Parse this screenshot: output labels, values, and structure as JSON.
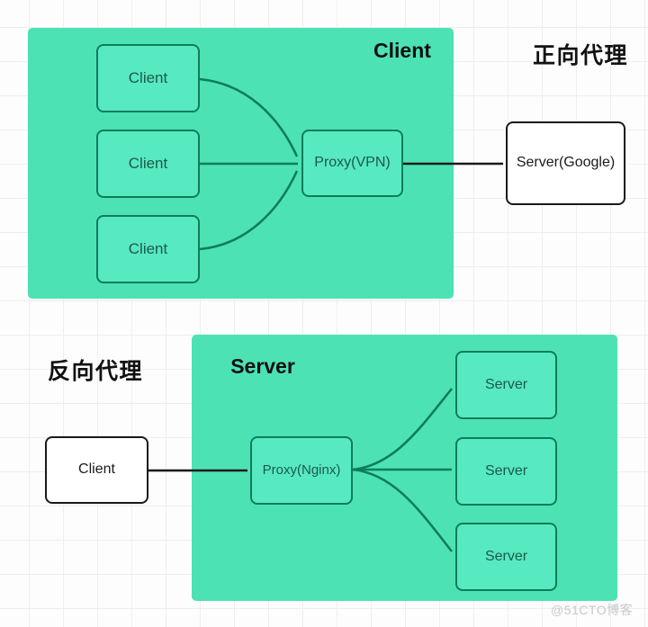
{
  "colors": {
    "panel_green": "#4de2b4",
    "box_green": "#57e9bf",
    "border_green": "#0d7d5c",
    "line_green": "#0d7d5c",
    "teal_text": "#1c5a49",
    "ink": "#1a1a1a",
    "watermark": "#c6c6c6"
  },
  "forward": {
    "section_label": "Client",
    "title": "正向代理",
    "clients": [
      {
        "label": "Client"
      },
      {
        "label": "Client"
      },
      {
        "label": "Client"
      }
    ],
    "proxy_label": "Proxy(VPN)",
    "server_label": "Server(Google)"
  },
  "reverse": {
    "section_label": "Server",
    "title": "反向代理",
    "client_label": "Client",
    "proxy_label": "Proxy(Nginx)",
    "servers": [
      {
        "label": "Server"
      },
      {
        "label": "Server"
      },
      {
        "label": "Server"
      }
    ]
  },
  "watermark": {
    "text": "@51CTO博客"
  }
}
